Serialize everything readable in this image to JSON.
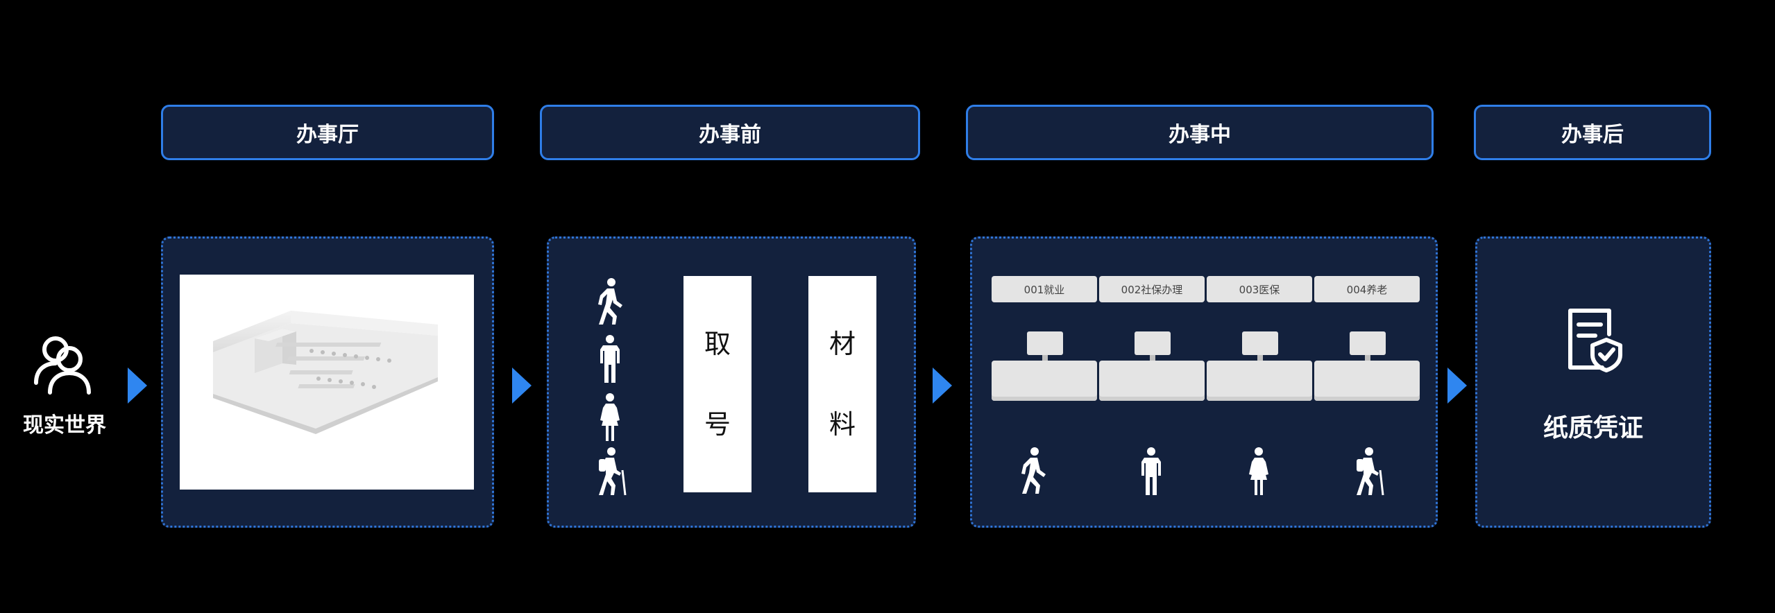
{
  "headers": [
    "办事厅",
    "办事前",
    "办事中",
    "办事后"
  ],
  "real_world": {
    "label": "现实世界",
    "icon": "users-icon"
  },
  "pre_service": {
    "ticket": [
      "取",
      "号"
    ],
    "materials": [
      "材",
      "料"
    ]
  },
  "in_service": {
    "counters": [
      "001就业",
      "002社保办理",
      "003医保",
      "004养老"
    ]
  },
  "post_service": {
    "label": "纸质凭证",
    "icon": "document-shield-icon"
  },
  "colors": {
    "accent": "#2f7ee8",
    "panel": "#13213d",
    "background": "#000000"
  }
}
